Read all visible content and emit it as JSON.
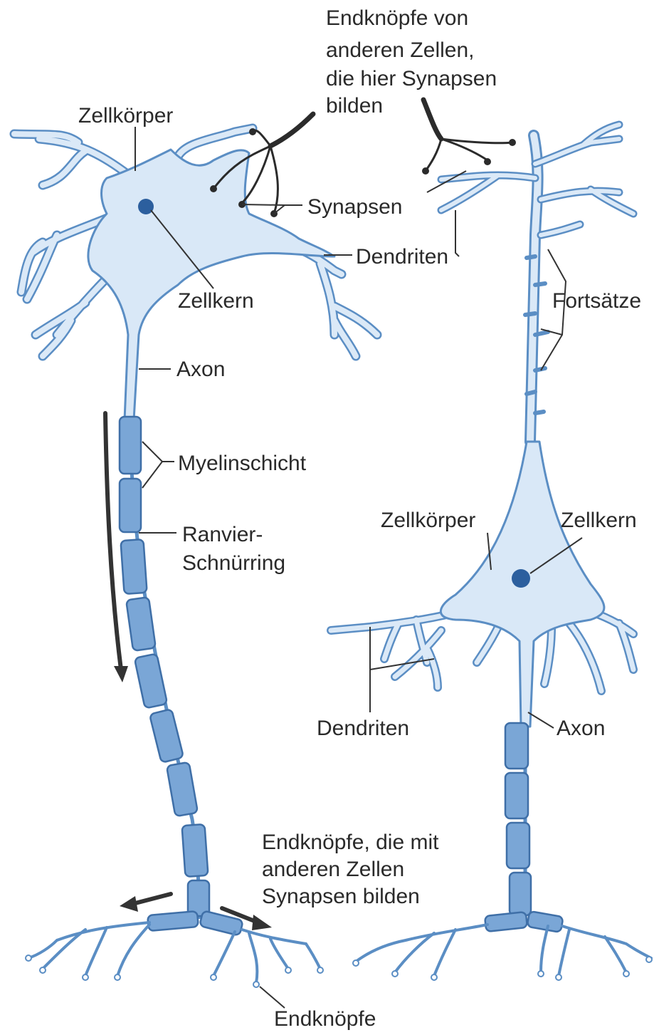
{
  "labels": {
    "endknoepfe_andere": [
      "Endknöpfe von",
      "anderen Zellen,",
      "die hier Synapsen",
      "bilden"
    ],
    "zellkoerper_left": "Zellkörper",
    "synapsen": "Synapsen",
    "dendriten_top": "Dendriten",
    "zellkern_left": "Zellkern",
    "fortsaetze": "Fortsätze",
    "axon_left": "Axon",
    "myelinschicht": "Myelinschicht",
    "ranvier": [
      "Ranvier-",
      "Schnürring"
    ],
    "zellkoerper_right": "Zellkörper",
    "zellkern_right": "Zellkern",
    "dendriten_bottom": "Dendriten",
    "axon_right": "Axon",
    "endknoepfe_synapsen": [
      "Endknöpfe, die mit",
      "anderen Zellen",
      "Synapsen bilden"
    ],
    "endknoepfe_bottom": "Endknöpfe"
  },
  "colors": {
    "cell_fill": "#d9e8f7",
    "cell_outline": "#5b8ec4",
    "myelin": "#7aa6d6",
    "synapse_terminals": "#2b2b2b",
    "text": "#2a2a2a"
  }
}
